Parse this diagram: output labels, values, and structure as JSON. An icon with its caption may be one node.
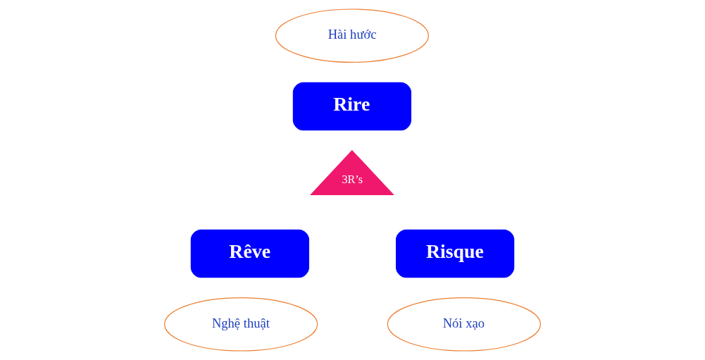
{
  "diagram": {
    "nodes": [
      {
        "text": [
          "Hài hước"
        ]
      },
      {
        "text": [
          "Rire"
        ]
      },
      {
        "text": [
          "3R’s"
        ]
      },
      {
        "text": [
          "Rêve"
        ]
      },
      {
        "text": [
          "Risque"
        ]
      },
      {
        "text": [
          "Nghệ thuật"
        ]
      },
      {
        "text": [
          "Nói xạo"
        ]
      }
    ]
  }
}
